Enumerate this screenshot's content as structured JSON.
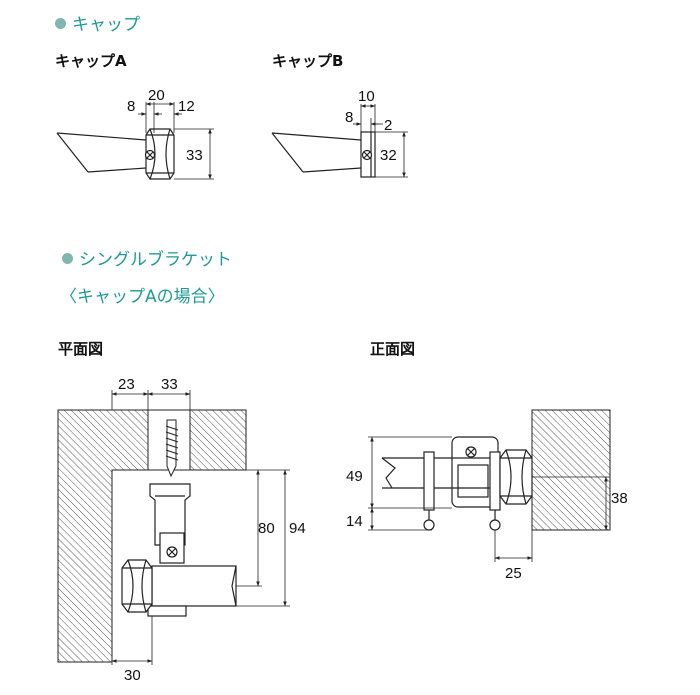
{
  "sections": {
    "cap": {
      "title": "キャップ"
    },
    "bracket": {
      "title": "シングルブラケット",
      "subtitle": "〈キャップAの場合〉"
    }
  },
  "views": {
    "cap_a": {
      "label": "キャップA",
      "dims": {
        "left": "8",
        "top": "20",
        "right": "12",
        "height": "33"
      }
    },
    "cap_b": {
      "label": "キャップB",
      "dims": {
        "top": "10",
        "left": "8",
        "right": "2",
        "height": "32"
      }
    },
    "plan": {
      "label": "平面図",
      "dims": {
        "top_left": "23",
        "top_right": "33",
        "inner": "80",
        "outer": "94",
        "bottom": "30"
      }
    },
    "front": {
      "label": "正面図",
      "dims": {
        "top": "49",
        "low": "14",
        "right": "38",
        "bottom": "25"
      }
    }
  },
  "colors": {
    "accent": "#1e9a94",
    "dot": "#7fb7b0",
    "line": "#222222",
    "hatch": "#555555"
  }
}
